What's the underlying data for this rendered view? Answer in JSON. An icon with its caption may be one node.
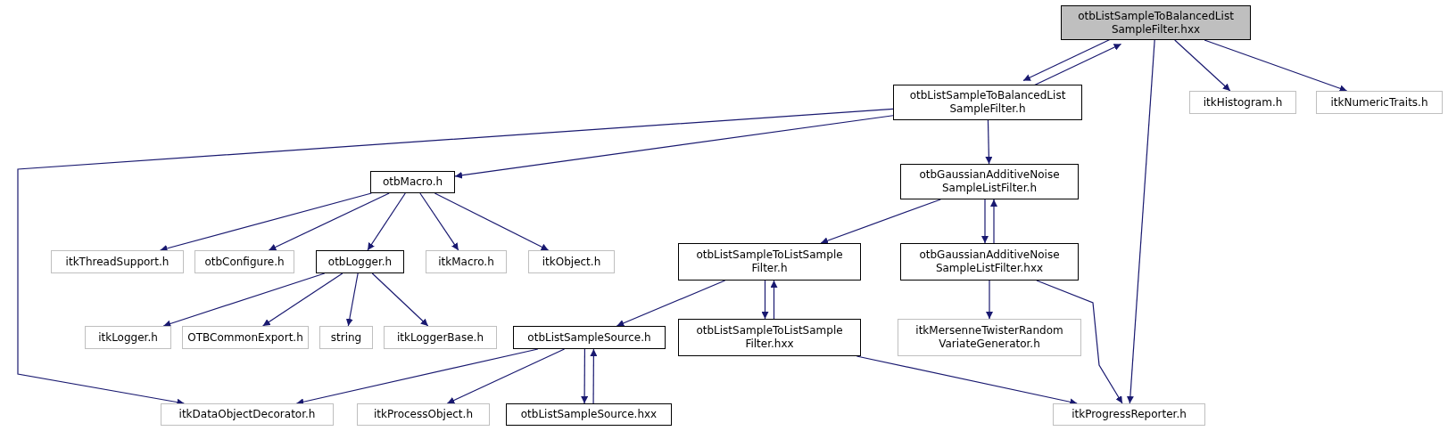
{
  "diagram": {
    "nodes": [
      {
        "text": [
          "otbListSampleToBalancedList SampleFilter.hxx"
        ]
      },
      {
        "text": [
          "otbListSampleToBalancedList SampleFilter.h"
        ]
      },
      {
        "text": [
          "itkHistogram.h"
        ]
      },
      {
        "text": [
          "itkNumericTraits.h"
        ]
      },
      {
        "text": [
          "otbMacro.h"
        ]
      },
      {
        "text": [
          "otbGaussianAdditiveNoise SampleListFilter.h"
        ]
      },
      {
        "text": [
          "itkThreadSupport.h"
        ]
      },
      {
        "text": [
          "otbConfigure.h"
        ]
      },
      {
        "text": [
          "otbLogger.h"
        ]
      },
      {
        "text": [
          "itkMacro.h"
        ]
      },
      {
        "text": [
          "itkObject.h"
        ]
      },
      {
        "text": [
          "otbListSampleToListSample Filter.h"
        ]
      },
      {
        "text": [
          "otbGaussianAdditiveNoise SampleListFilter.hxx"
        ]
      },
      {
        "text": [
          "itkLogger.h"
        ]
      },
      {
        "text": [
          "OTBCommonExport.h"
        ]
      },
      {
        "text": [
          "string"
        ]
      },
      {
        "text": [
          "itkLoggerBase.h"
        ]
      },
      {
        "text": [
          "otbListSampleSource.h"
        ]
      },
      {
        "text": [
          "otbListSampleToListSample Filter.hxx"
        ]
      },
      {
        "text": [
          "itkMersenneTwisterRandom VariateGenerator.h"
        ]
      },
      {
        "text": [
          "itkDataObjectDecorator.h"
        ]
      },
      {
        "text": [
          "itkProcessObject.h"
        ]
      },
      {
        "text": [
          "otbListSampleSource.hxx"
        ]
      },
      {
        "text": [
          "itkProgressReporter.h"
        ]
      }
    ],
    "edges": [
      {
        "from": 0,
        "to": 1,
        "arrow": "to"
      },
      {
        "from": 1,
        "to": 0,
        "arrow": "to"
      },
      {
        "from": 0,
        "to": 23,
        "arrow": "to"
      },
      {
        "from": 0,
        "to": 2,
        "arrow": "to"
      },
      {
        "from": 0,
        "to": 3,
        "arrow": "to"
      },
      {
        "from": 1,
        "to": 20,
        "arrow": "to"
      },
      {
        "from": 1,
        "to": 4,
        "arrow": "to"
      },
      {
        "from": 1,
        "to": 5,
        "arrow": "to"
      },
      {
        "from": 4,
        "to": 6,
        "arrow": "to"
      },
      {
        "from": 4,
        "to": 7,
        "arrow": "to"
      },
      {
        "from": 4,
        "to": 8,
        "arrow": "to"
      },
      {
        "from": 4,
        "to": 9,
        "arrow": "to"
      },
      {
        "from": 4,
        "to": 10,
        "arrow": "to"
      },
      {
        "from": 5,
        "to": 11,
        "arrow": "to"
      },
      {
        "from": 5,
        "to": 12,
        "arrow": "to"
      },
      {
        "from": 12,
        "to": 5,
        "arrow": "to"
      },
      {
        "from": 11,
        "to": 17,
        "arrow": "to"
      },
      {
        "from": 11,
        "to": 18,
        "arrow": "to"
      },
      {
        "from": 18,
        "to": 11,
        "arrow": "to"
      },
      {
        "from": 12,
        "to": 19,
        "arrow": "to"
      },
      {
        "from": 12,
        "to": 23,
        "arrow": "to"
      },
      {
        "from": 8,
        "to": 13,
        "arrow": "to"
      },
      {
        "from": 8,
        "to": 14,
        "arrow": "to"
      },
      {
        "from": 8,
        "to": 15,
        "arrow": "to"
      },
      {
        "from": 8,
        "to": 16,
        "arrow": "to"
      },
      {
        "from": 17,
        "to": 20,
        "arrow": "to"
      },
      {
        "from": 17,
        "to": 21,
        "arrow": "to"
      },
      {
        "from": 17,
        "to": 22,
        "arrow": "to"
      },
      {
        "from": 22,
        "to": 17,
        "arrow": "to"
      },
      {
        "from": 18,
        "to": 23,
        "arrow": "to"
      }
    ]
  }
}
